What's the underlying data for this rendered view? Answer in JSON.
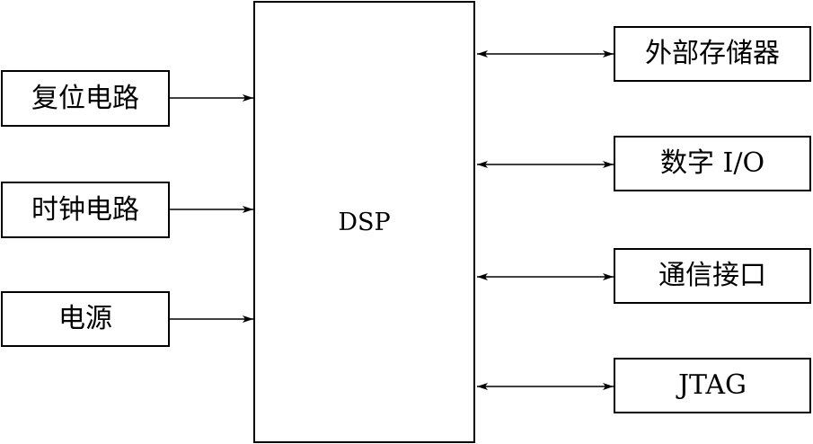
{
  "diagram": {
    "center": {
      "label": "DSP"
    },
    "inputs": [
      {
        "label": "复位电路"
      },
      {
        "label": "时钟电路"
      },
      {
        "label": "电源"
      }
    ],
    "peripherals": [
      {
        "label": "外部存储器"
      },
      {
        "label": "数字 I/O"
      },
      {
        "label": "通信接口"
      },
      {
        "label": "JTAG"
      }
    ],
    "line_color": "#000000"
  }
}
